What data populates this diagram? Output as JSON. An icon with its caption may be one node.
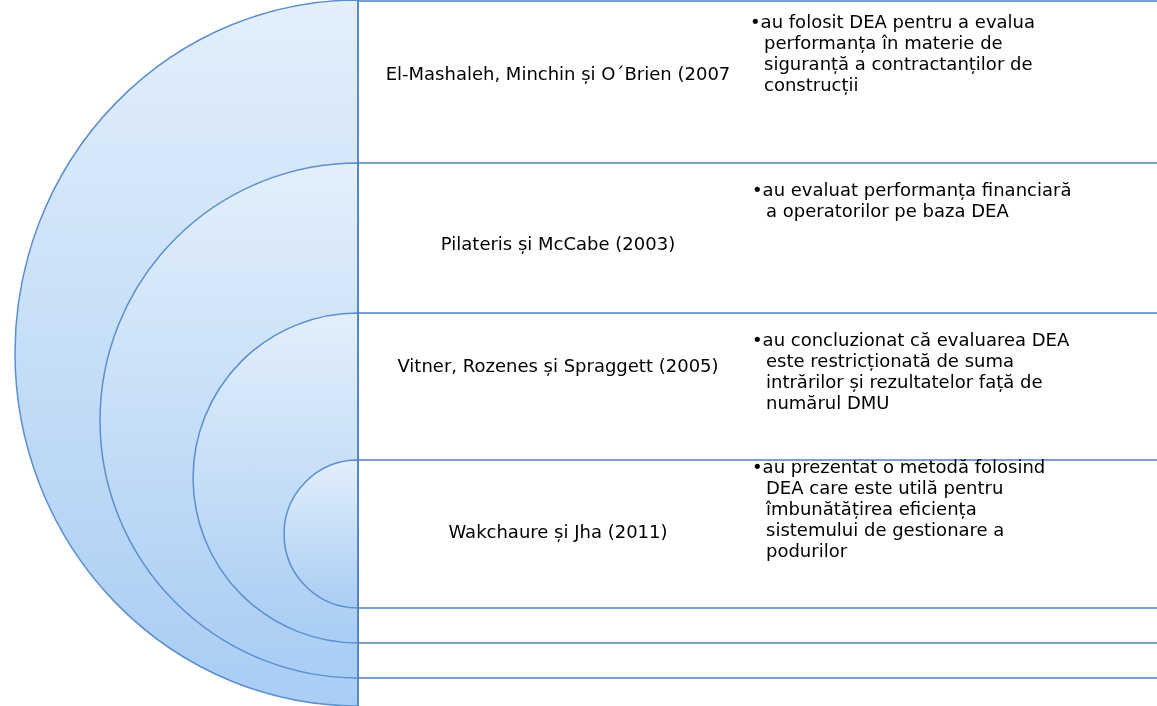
{
  "diagram": {
    "nodes": [
      {
        "text": [
          "El-Mashaleh, Minchin și O´Brien (2007",
          "•au folosit DEA pentru a evalua performanța în materie de siguranță a contractanților de construcții"
        ]
      },
      {
        "text": [
          "Pilateris și McCabe (2003)",
          "•au evaluat performanța financiară a operatorilor pe baza DEA"
        ]
      },
      {
        "text": [
          "Vitner, Rozenes și Spraggett (2005)",
          "•au concluzionat că evaluarea DEA este restricționată de suma intrărilor și rezultatelor față de numărul DMU"
        ]
      },
      {
        "text": [
          "Wakchaure și Jha (2011)",
          "•au prezentat o metodă folosind DEA care este utilă pentru îmbunătățirea eficiența sistemului de gestionare a podurilor"
        ]
      }
    ]
  }
}
